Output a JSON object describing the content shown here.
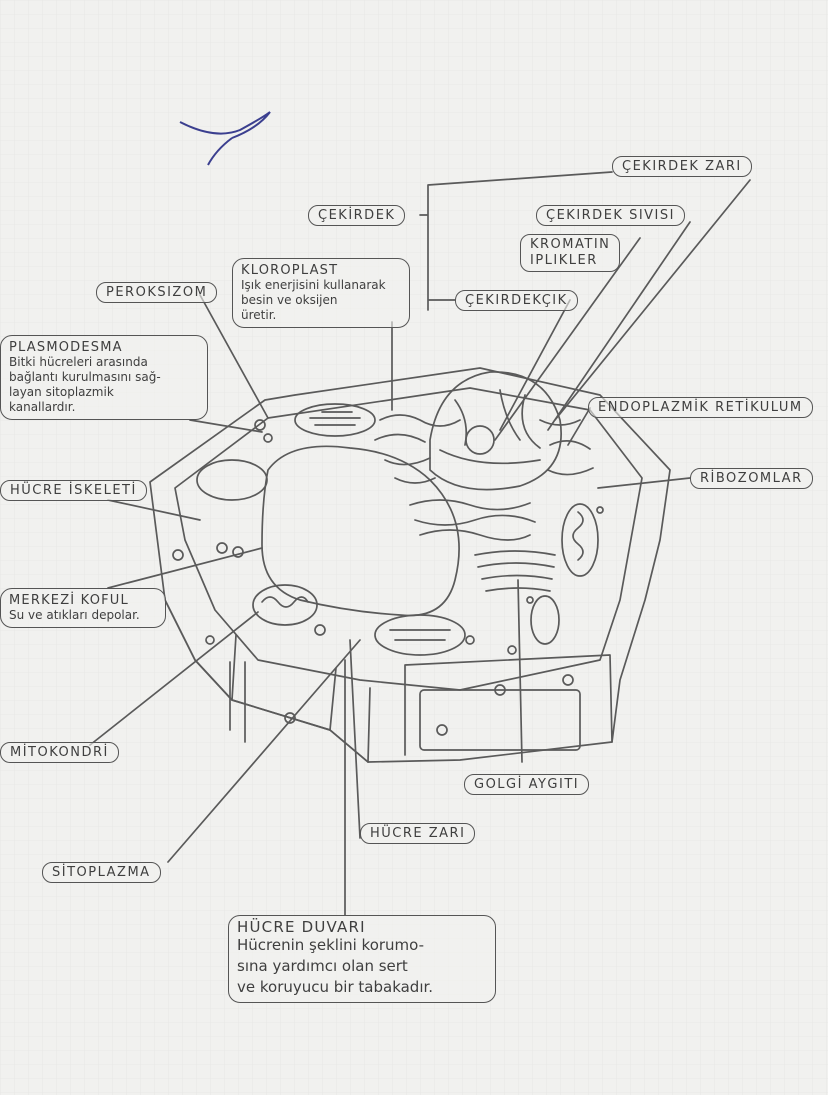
{
  "labels": {
    "cekirdek_zari": "ÇEKIRDEK ZARI",
    "cekirdek": "ÇEKİRDEK",
    "cekirdek_sivisi": "ÇEKIRDEK SIVISI",
    "kromatin": "KROMATIN\nIPLIKLER",
    "cekirdekcik": "ÇEKIRDEKÇIK",
    "peroksizom": "PEROKSIZOM",
    "endoplazmik": "ENDOPLAZMİK RETİKULUM",
    "ribozomlar": "RİBOZOMLAR",
    "hucre_iskeleti": "HÜCRE İSKELETİ",
    "mitokondri": "MİTOKONDRİ",
    "golgi": "GOLGİ AYGITI",
    "hucre_zari": "HÜCRE ZARI",
    "sitoplazma": "SİTOPLAZMA"
  },
  "boxes": {
    "kloroplast": {
      "title": "KLOROPLAST",
      "desc": "Işık enerjisini kullanarak\nbesin ve oksijen\nüretir."
    },
    "plasmodesma": {
      "title": "PLASMODESMA",
      "desc": "Bitki hücreleri arasında\nbağlantı kurulmasını sağ-\nlayan sitoplazmik\nkanallardır."
    },
    "merkezi_koful": {
      "title": "MERKEZİ KOFUL",
      "desc": "Su ve atıkları depolar."
    },
    "hucre_duvari": {
      "title": "HÜCRE DUVARI",
      "desc": "Hücrenin şeklini korumo-\nsına yardımcı olan sert\nve koruyucu bir tabakadır."
    }
  }
}
